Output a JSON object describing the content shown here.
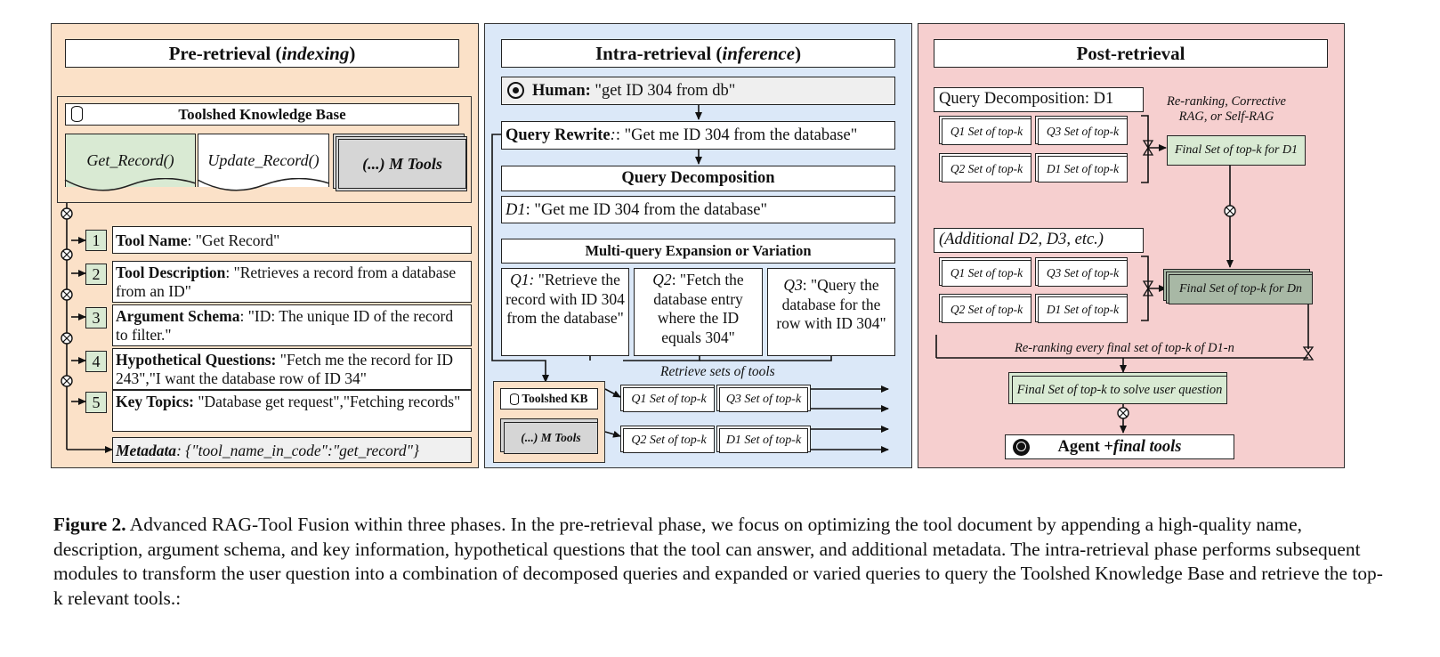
{
  "pre": {
    "title_a": "Pre-retrieval (",
    "title_b": "indexing",
    "title_c": ")",
    "kb_title": "Toolshed Knowledge Base",
    "tools": [
      "Get_Record()",
      "Update_Record()",
      "(...) M Tools"
    ],
    "fields": [
      {
        "num": "1",
        "label": "Tool Name",
        "value": ": \"Get Record\""
      },
      {
        "num": "2",
        "label": "Tool Description",
        "value": ": \"Retrieves a record from a database from an ID\""
      },
      {
        "num": "3",
        "label": "Argument Schema",
        "value": ": \"ID: The unique ID of the record to filter.\""
      },
      {
        "num": "4",
        "label": "Hypothetical Questions:",
        "value": " \"Fetch me the record for ID 243\",\"I want the database row of ID 34\""
      },
      {
        "num": "5",
        "label": "Key Topics:",
        "value": " \"Database get request\",\"Fetching records\""
      }
    ],
    "metadata_label": "Metadata",
    "metadata_value": ": {\"tool_name_in_code\":\"get_record\"}"
  },
  "intra": {
    "title_a": "Intra-retrieval (",
    "title_b": "inference",
    "title_c": ")",
    "human_label": "Human: ",
    "human_text": "\"get ID 304 from db\"",
    "rewrite_label": "Query Rewrite",
    "rewrite_text": ": \"Get me ID 304 from the database\"",
    "decomp_title": "Query Decomposition",
    "d1_label": "D1",
    "d1_text": ": \"Get me ID 304 from the database\"",
    "multi_title": "Multi-query Expansion or Variation",
    "queries": [
      {
        "label": "Q1:",
        "text": " \"Retrieve the record with ID 304 from the database\""
      },
      {
        "label": "Q2",
        "text": ": \"Fetch the database entry where the ID equals 304\""
      },
      {
        "label": "Q3",
        "text": ": \"Query the database for the row with ID 304\""
      }
    ],
    "retrieve_label": "Retrieve sets of tools",
    "kb_label": "Toolshed KB",
    "mtools_label": "(...) M Tools",
    "sets": [
      "Q1 Set of top-k",
      "Q3 Set of top-k",
      "Q2 Set of top-k",
      "D1 Set of top-k"
    ]
  },
  "post": {
    "title": "Post-retrieval",
    "qd_label": "Query Decomposition: D1",
    "rerank_label": "Re-ranking, Corrective RAG, or Self-RAG",
    "sets": [
      "Q1 Set of top-k",
      "Q3 Set of top-k",
      "Q2 Set of top-k",
      "D1 Set of top-k"
    ],
    "final_d1": "Final Set of top-k for D1",
    "additional_label": "(Additional D2, D3, etc.)",
    "final_dn": "Final Set of top-k for Dn",
    "rerank_all": "Re-ranking every final set of top-k of D1-n",
    "final_user": "Final Set of top-k to solve user question",
    "agent_a": "Agent + ",
    "agent_b": "final tools"
  },
  "caption": {
    "lead": "Figure 2.",
    "text": " Advanced RAG-Tool Fusion within three phases. In the pre-retrieval phase, we focus on optimizing the tool document by appending a high-quality name, description, argument schema, and key information, hypothetical questions that the tool can answer, and additional metadata. The intra-retrieval phase performs subsequent modules to transform the user question into a combination of decomposed queries and expanded or varied queries to query the Toolshed Knowledge Base and retrieve the top-k relevant tools.:"
  },
  "colors": {
    "pre_bg": "#fbe1c8",
    "intra_bg": "#dbe8f8",
    "post_bg": "#f6cfcf",
    "tool_green": "#d9ead3",
    "tool_gray": "#d6d6d6",
    "final_green": "#d9ead3",
    "final_dark": "#a8b8a5"
  }
}
